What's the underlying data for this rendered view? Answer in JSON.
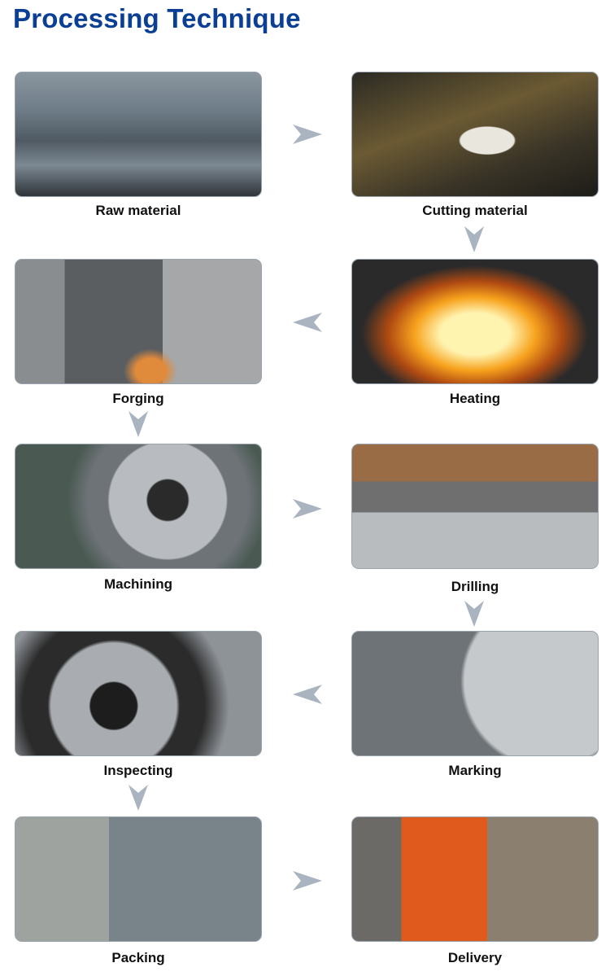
{
  "title": "Processing Technique",
  "steps": [
    {
      "label": "Raw material"
    },
    {
      "label": "Cutting material"
    },
    {
      "label": "Heating"
    },
    {
      "label": "Forging"
    },
    {
      "label": "Machining"
    },
    {
      "label": "Drilling"
    },
    {
      "label": "Marking"
    },
    {
      "label": "Inspecting"
    },
    {
      "label": "Packing"
    },
    {
      "label": "Delivery"
    }
  ],
  "colors": {
    "title": "#0b3f96",
    "arrow": "#a9b4c0"
  }
}
